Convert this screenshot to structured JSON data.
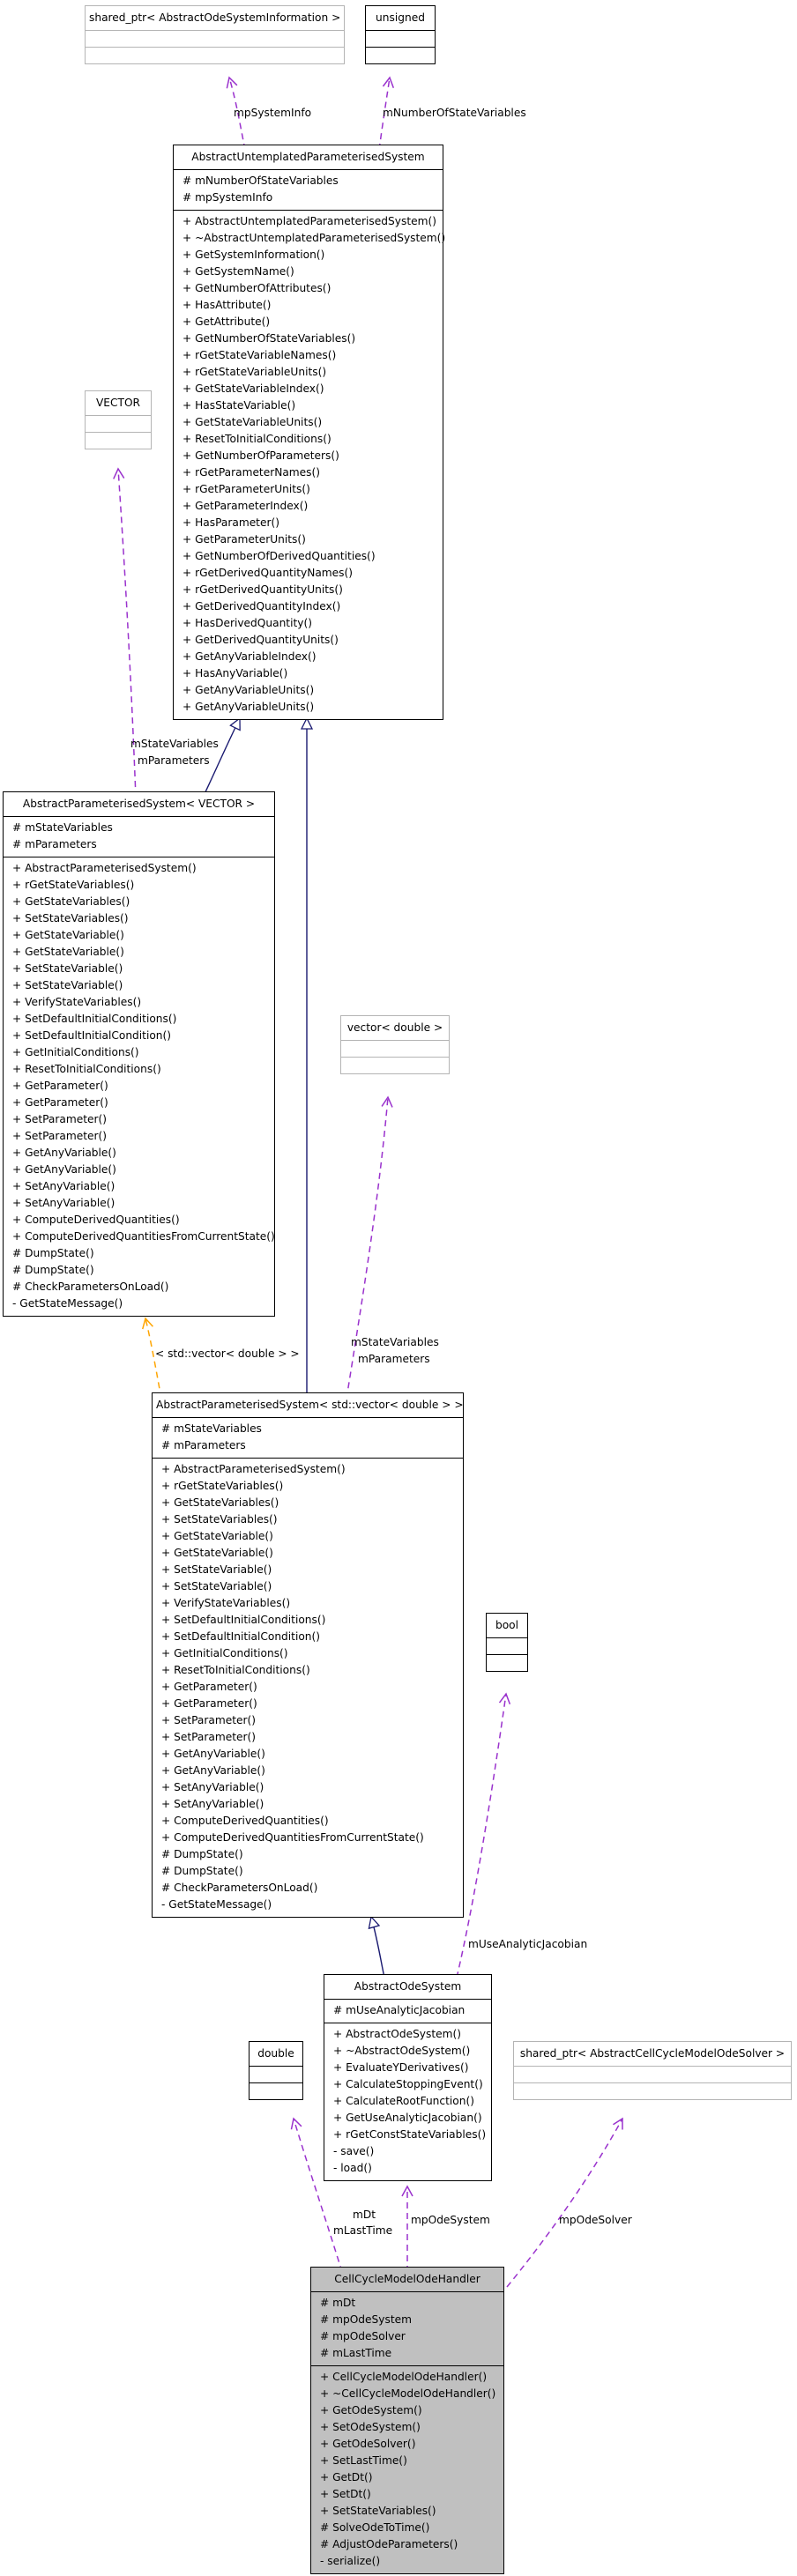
{
  "classes": {
    "shared_ptr_info": {
      "title": "shared_ptr< AbstractOdeSystemInformation >",
      "attributes": [],
      "methods": []
    },
    "unsigned": {
      "title": "unsigned",
      "attributes": [],
      "methods": []
    },
    "abstract_untemplated": {
      "title": "AbstractUntemplatedParameterisedSystem",
      "attributes": [
        "# mNumberOfStateVariables",
        "# mpSystemInfo"
      ],
      "methods": [
        "+ AbstractUntemplatedParameterisedSystem()",
        "+ ~AbstractUntemplatedParameterisedSystem()",
        "+ GetSystemInformation()",
        "+ GetSystemName()",
        "+ GetNumberOfAttributes()",
        "+ HasAttribute()",
        "+ GetAttribute()",
        "+ GetNumberOfStateVariables()",
        "+ rGetStateVariableNames()",
        "+ rGetStateVariableUnits()",
        "+ GetStateVariableIndex()",
        "+ HasStateVariable()",
        "+ GetStateVariableUnits()",
        "+ ResetToInitialConditions()",
        "+ GetNumberOfParameters()",
        "+ rGetParameterNames()",
        "+ rGetParameterUnits()",
        "+ GetParameterIndex()",
        "+ HasParameter()",
        "+ GetParameterUnits()",
        "+ GetNumberOfDerivedQuantities()",
        "+ rGetDerivedQuantityNames()",
        "+ rGetDerivedQuantityUnits()",
        "+ GetDerivedQuantityIndex()",
        "+ HasDerivedQuantity()",
        "+ GetDerivedQuantityUnits()",
        "+ GetAnyVariableIndex()",
        "+ HasAnyVariable()",
        "+ GetAnyVariableUnits()",
        "+ GetAnyVariableUnits()"
      ]
    },
    "vector_type": {
      "title": "VECTOR",
      "attributes": [],
      "methods": []
    },
    "aps_vector": {
      "title": "AbstractParameterisedSystem< VECTOR >",
      "attributes": [
        "# mStateVariables",
        "# mParameters"
      ],
      "methods": [
        "+ AbstractParameterisedSystem()",
        "+ rGetStateVariables()",
        "+ GetStateVariables()",
        "+ SetStateVariables()",
        "+ GetStateVariable()",
        "+ GetStateVariable()",
        "+ SetStateVariable()",
        "+ SetStateVariable()",
        "+ VerifyStateVariables()",
        "+ SetDefaultInitialConditions()",
        "+ SetDefaultInitialCondition()",
        "+ GetInitialConditions()",
        "+ ResetToInitialConditions()",
        "+ GetParameter()",
        "+ GetParameter()",
        "+ SetParameter()",
        "+ SetParameter()",
        "+ GetAnyVariable()",
        "+ GetAnyVariable()",
        "+ SetAnyVariable()",
        "+ SetAnyVariable()",
        "+ ComputeDerivedQuantities()",
        "+ ComputeDerivedQuantitiesFromCurrentState()",
        "# DumpState()",
        "# DumpState()",
        "# CheckParametersOnLoad()",
        "- GetStateMessage()"
      ]
    },
    "vector_double": {
      "title": "vector< double >",
      "attributes": [],
      "methods": []
    },
    "aps_std_vector": {
      "title": "AbstractParameterisedSystem< std::vector< double > >",
      "attributes": [
        "# mStateVariables",
        "# mParameters"
      ],
      "methods": [
        "+ AbstractParameterisedSystem()",
        "+ rGetStateVariables()",
        "+ GetStateVariables()",
        "+ SetStateVariables()",
        "+ GetStateVariable()",
        "+ GetStateVariable()",
        "+ SetStateVariable()",
        "+ SetStateVariable()",
        "+ VerifyStateVariables()",
        "+ SetDefaultInitialConditions()",
        "+ SetDefaultInitialCondition()",
        "+ GetInitialConditions()",
        "+ ResetToInitialConditions()",
        "+ GetParameter()",
        "+ GetParameter()",
        "+ SetParameter()",
        "+ SetParameter()",
        "+ GetAnyVariable()",
        "+ GetAnyVariable()",
        "+ SetAnyVariable()",
        "+ SetAnyVariable()",
        "+ ComputeDerivedQuantities()",
        "+ ComputeDerivedQuantitiesFromCurrentState()",
        "# DumpState()",
        "# DumpState()",
        "# CheckParametersOnLoad()",
        "- GetStateMessage()"
      ]
    },
    "bool_type": {
      "title": "bool",
      "attributes": [],
      "methods": []
    },
    "double_type": {
      "title": "double",
      "attributes": [],
      "methods": []
    },
    "abstract_ode_system": {
      "title": "AbstractOdeSystem",
      "attributes": [
        "# mUseAnalyticJacobian"
      ],
      "methods": [
        "+ AbstractOdeSystem()",
        "+ ~AbstractOdeSystem()",
        "+ EvaluateYDerivatives()",
        "+ CalculateStoppingEvent()",
        "+ CalculateRootFunction()",
        "+ GetUseAnalyticJacobian()",
        "+ rGetConstStateVariables()",
        "- save()",
        "- load()"
      ]
    },
    "shared_ptr_solver": {
      "title": "shared_ptr< AbstractCellCycleModelOdeSolver >",
      "attributes": [],
      "methods": []
    },
    "cell_cycle_handler": {
      "title": "CellCycleModelOdeHandler",
      "attributes": [
        "# mDt",
        "# mpOdeSystem",
        "# mpOdeSolver",
        "# mLastTime"
      ],
      "methods": [
        "+ CellCycleModelOdeHandler()",
        "+ ~CellCycleModelOdeHandler()",
        "+ GetOdeSystem()",
        "+ SetOdeSystem()",
        "+ GetOdeSolver()",
        "+ SetLastTime()",
        "+ GetDt()",
        "+ SetDt()",
        "+ SetStateVariables()",
        "# SolveOdeToTime()",
        "# AdjustOdeParameters()",
        "- serialize()"
      ]
    }
  },
  "edge_labels": {
    "mp_system_info": "mpSystemInfo",
    "m_number_of_state_variables": "mNumberOfStateVariables",
    "vector_members_1": "mStateVariables",
    "vector_members_2": "mParameters",
    "vector_double_members_1": "mStateVariables",
    "vector_double_members_2": "mParameters",
    "template_binding": "< std::vector< double > >",
    "m_use_analytic_jacobian": "mUseAnalyticJacobian",
    "double_members_1": "mDt",
    "double_members_2": "mLastTime",
    "mp_ode_system": "mpOdeSystem",
    "mp_ode_solver": "mpOdeSolver"
  },
  "colors": {
    "inheritance": "#191970",
    "usage": "#9a32cd",
    "template": "#ffa500",
    "focus_fill": "#c0c0c0",
    "external_border": "#b4b4b4"
  }
}
